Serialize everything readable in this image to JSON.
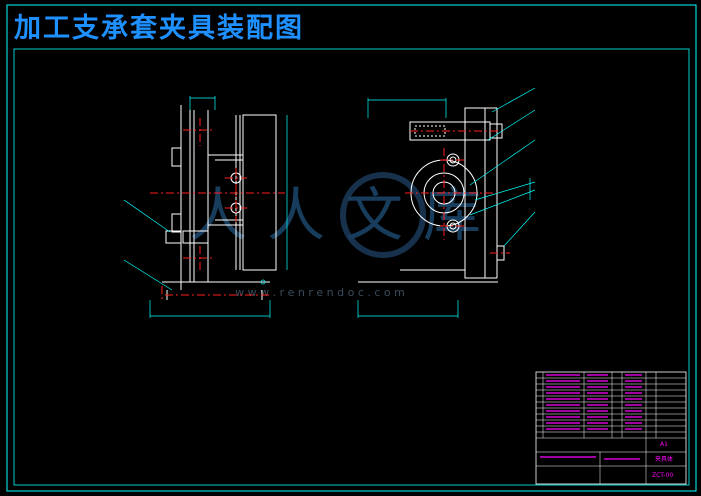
{
  "title": "加工支承套夹具装配图",
  "watermark": {
    "logo_text": "人人文库",
    "url": "w w w . r e n r e n d o c . c o m"
  },
  "title_block": {
    "sheet_size": "A1",
    "drawing_no": "ZCT-00",
    "part_name": "夹具体"
  },
  "colors": {
    "background": "#000000",
    "border": "#00ffff",
    "title": "#1e90ff",
    "outline": "#ffffff",
    "centerline": "#ff2020",
    "dimension": "#00ffff",
    "table_text": "#ff00ff",
    "leader": "#00ffff"
  }
}
